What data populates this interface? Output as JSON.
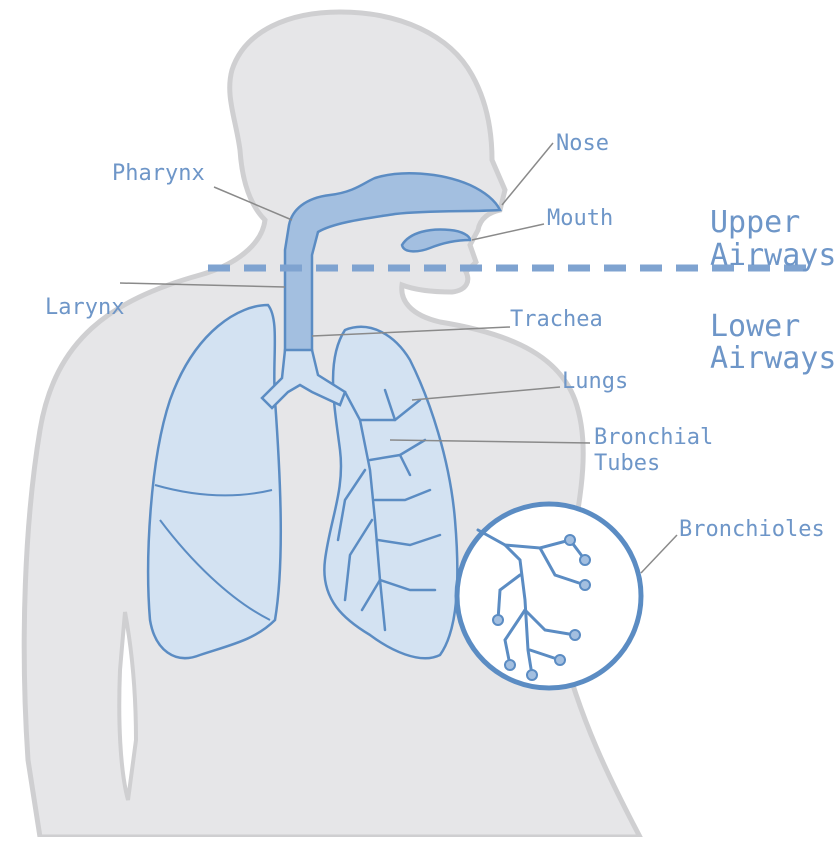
{
  "labels": {
    "nose": "Nose",
    "pharynx": "Pharynx",
    "mouth": "Mouth",
    "larynx": "Larynx",
    "trachea": "Trachea",
    "lungs": "Lungs",
    "bronchial_1": "Bronchial",
    "bronchial_2": "Tubes",
    "bronchioles": "Bronchioles",
    "upper_1": "Upper",
    "upper_2": "Airways",
    "lower_1": "Lower",
    "lower_2": "Airways"
  },
  "colors": {
    "body": "#e6e6e8",
    "body_outline": "#cfcfd1",
    "airway": "#a3bfe0",
    "outline": "#5b8cc3",
    "lung": "#d3e2f2",
    "label": "#6e96c8",
    "leader": "#8a8a8a",
    "divider": "#7fa3d0"
  }
}
